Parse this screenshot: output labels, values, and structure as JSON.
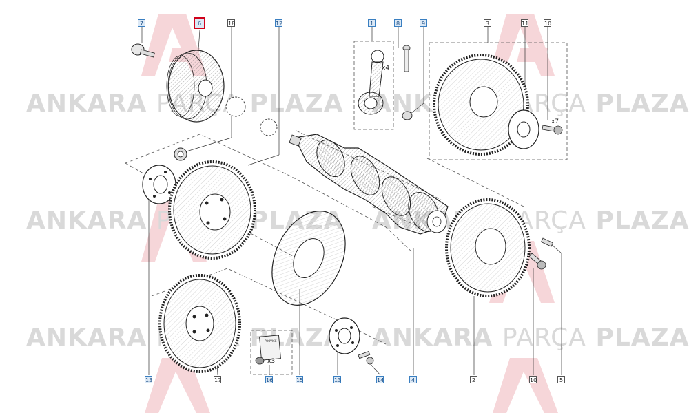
{
  "watermark": {
    "brand_a": "ANKARA",
    "brand_b": "PARÇA",
    "brand_c": "PLAZA",
    "color": "#d9d9d9",
    "logo_color": "#f6d6d9"
  },
  "callouts": {
    "c7": "7",
    "c6": "6",
    "c18": "18",
    "c12": "12",
    "c1": "1",
    "c8": "8",
    "c9": "9",
    "c3": "3",
    "c11": "11",
    "c10a": "10",
    "c13a": "13",
    "c17": "17",
    "c16": "16",
    "c15": "15",
    "c13b": "13",
    "c14": "14",
    "c4": "4",
    "c2": "2",
    "c10b": "10",
    "c5": "5"
  },
  "quantities": {
    "rods": "x4",
    "flywheel_bolts": "x7",
    "kit_nuts": "x3"
  },
  "kit_label": "PROVICE",
  "colors": {
    "accent": "#3a7fc1",
    "selected": "#d0021b"
  }
}
